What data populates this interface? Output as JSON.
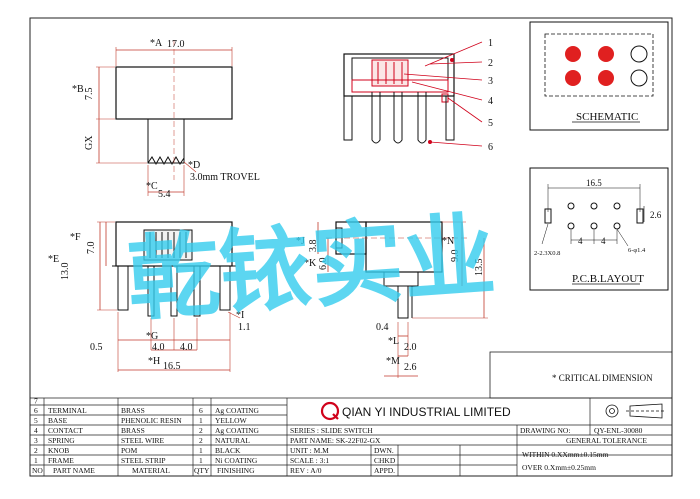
{
  "drawing": {
    "dim_a": "*A",
    "dim_a_val": "17.0",
    "dim_b": "*B",
    "dim_b_val": "7.5",
    "dim_gx": "GX",
    "dim_d": "*D",
    "dim_d_note": "3.0mm TROVEL",
    "dim_c": "*C",
    "dim_c_val": "5.4",
    "dim_f": "*F",
    "dim_f_val": "7.0",
    "dim_e": "*E",
    "dim_e_val": "13.0",
    "dim_05": "0.5",
    "dim_g": "*G",
    "dim_g1": "4.0",
    "dim_g2": "4.0",
    "dim_h": "*H",
    "dim_h_val": "16.5",
    "dim_i": "*I",
    "dim_i_val": "1.1",
    "dim_j": "*J",
    "dim_j_val": "3.8",
    "dim_k": "*K",
    "dim_k_val": "6.0",
    "dim_n": "*N",
    "dim_n_val": "9.0",
    "dim_135": "13.5",
    "dim_04": "0.4",
    "dim_l": "*L",
    "dim_l_val": "2.0",
    "dim_m": "*M",
    "dim_m_val": "2.6",
    "callouts": [
      "1",
      "2",
      "3",
      "4",
      "5",
      "6"
    ],
    "schematic_title": "SCHEMATIC",
    "pcb_title": "P.C.B.LAYOUT",
    "pcb_165": "16.5",
    "pcb_26": "2.6",
    "pcb_4a": "4",
    "pcb_4b": "4",
    "pcb_slot": "2-2.3X0.8",
    "pcb_hole": "6-φ1.4",
    "critical_note": "* CRITICAL  DIMENSION",
    "watermark": "乾铱实业"
  },
  "colors": {
    "dim": "#c0392b",
    "schematic_red": "#e02020",
    "watermark": "#33ccee"
  },
  "title_block": {
    "bom_headers": [
      "NO",
      "PART NAME",
      "MATERIAL",
      "QTY",
      "FINISHING"
    ],
    "bom_rows": [
      {
        "no": "7",
        "part": "",
        "material": "",
        "qty": "",
        "finish": ""
      },
      {
        "no": "6",
        "part": "TERMINAL",
        "material": "BRASS",
        "qty": "6",
        "finish": "Ag COATING"
      },
      {
        "no": "5",
        "part": "BASE",
        "material": "PHENOLIC RESIN",
        "qty": "1",
        "finish": "YELLOW"
      },
      {
        "no": "4",
        "part": "CONTACT",
        "material": "BRASS",
        "qty": "2",
        "finish": "Ag COATING"
      },
      {
        "no": "3",
        "part": "SPRING",
        "material": "STEEL WIRE",
        "qty": "2",
        "finish": "NATURAL"
      },
      {
        "no": "2",
        "part": "KNOB",
        "material": "POM",
        "qty": "1",
        "finish": "BLACK"
      },
      {
        "no": "1",
        "part": "FRAME",
        "material": "STEEL STRIP",
        "qty": "1",
        "finish": "Ni COATING"
      }
    ],
    "company": "QIAN YI INDUSTRIAL LIMITED",
    "series": "SERIES : SLIDE SWITCH",
    "part_name": "PART NAME: SK-22F02-GX",
    "unit": "UNIT  : M.M",
    "scale": "SCALE : 3:1",
    "rev": "REV    : A/0",
    "dwn": "DWN.",
    "chkd": "CHKD",
    "appd": "APPD.",
    "drawing_no_label": "DRAWING NO:",
    "drawing_no": "QY-ENL-30080",
    "general_tolerance": "GENERAL TOLERANCE",
    "tol_within": "WITHIN 0.XXmm±0.15mm",
    "tol_over": "OVER   0.Xmm±0.25mm"
  }
}
